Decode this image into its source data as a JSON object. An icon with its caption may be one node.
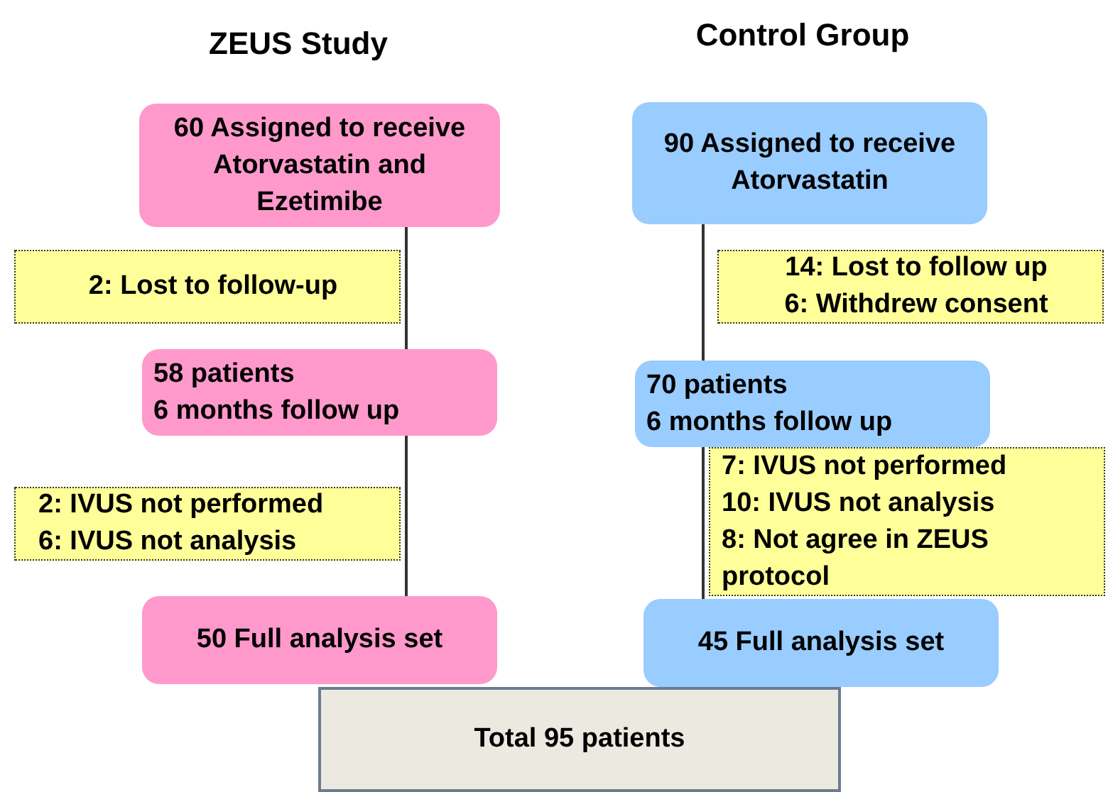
{
  "diagram": {
    "nodes": [
      {
        "text": [
          "60 Assigned to receive Atorvastatin and Ezetimibe"
        ]
      },
      {
        "text": [
          "90 Assigned to receive Atorvastatin"
        ]
      },
      {
        "text": [
          "2: Lost to follow-up"
        ]
      },
      {
        "text": [
          "14: Lost to follow up",
          "6: Withdrew consent"
        ]
      },
      {
        "text": [
          "58 patients",
          "6 months follow up"
        ]
      },
      {
        "text": [
          "70 patients",
          "6 months follow up"
        ]
      },
      {
        "text": [
          "2: IVUS not performed",
          "6: IVUS not analysis"
        ]
      },
      {
        "text": [
          "7: IVUS not performed",
          "10: IVUS not analysis",
          "8: Not agree in ZEUS protocol"
        ]
      },
      {
        "text": [
          "50 Full analysis set"
        ]
      },
      {
        "text": [
          "45  Full analysis set"
        ]
      },
      {
        "text": [
          "Total 95 patients"
        ]
      }
    ],
    "edges": [
      {
        "from": 0,
        "to": 4,
        "arrow": "none"
      },
      {
        "from": 4,
        "to": 8,
        "arrow": "none"
      },
      {
        "from": 1,
        "to": 5,
        "arrow": "none"
      },
      {
        "from": 5,
        "to": 9,
        "arrow": "none"
      }
    ],
    "labels": [
      "ZEUS Study",
      "Control Group"
    ]
  }
}
